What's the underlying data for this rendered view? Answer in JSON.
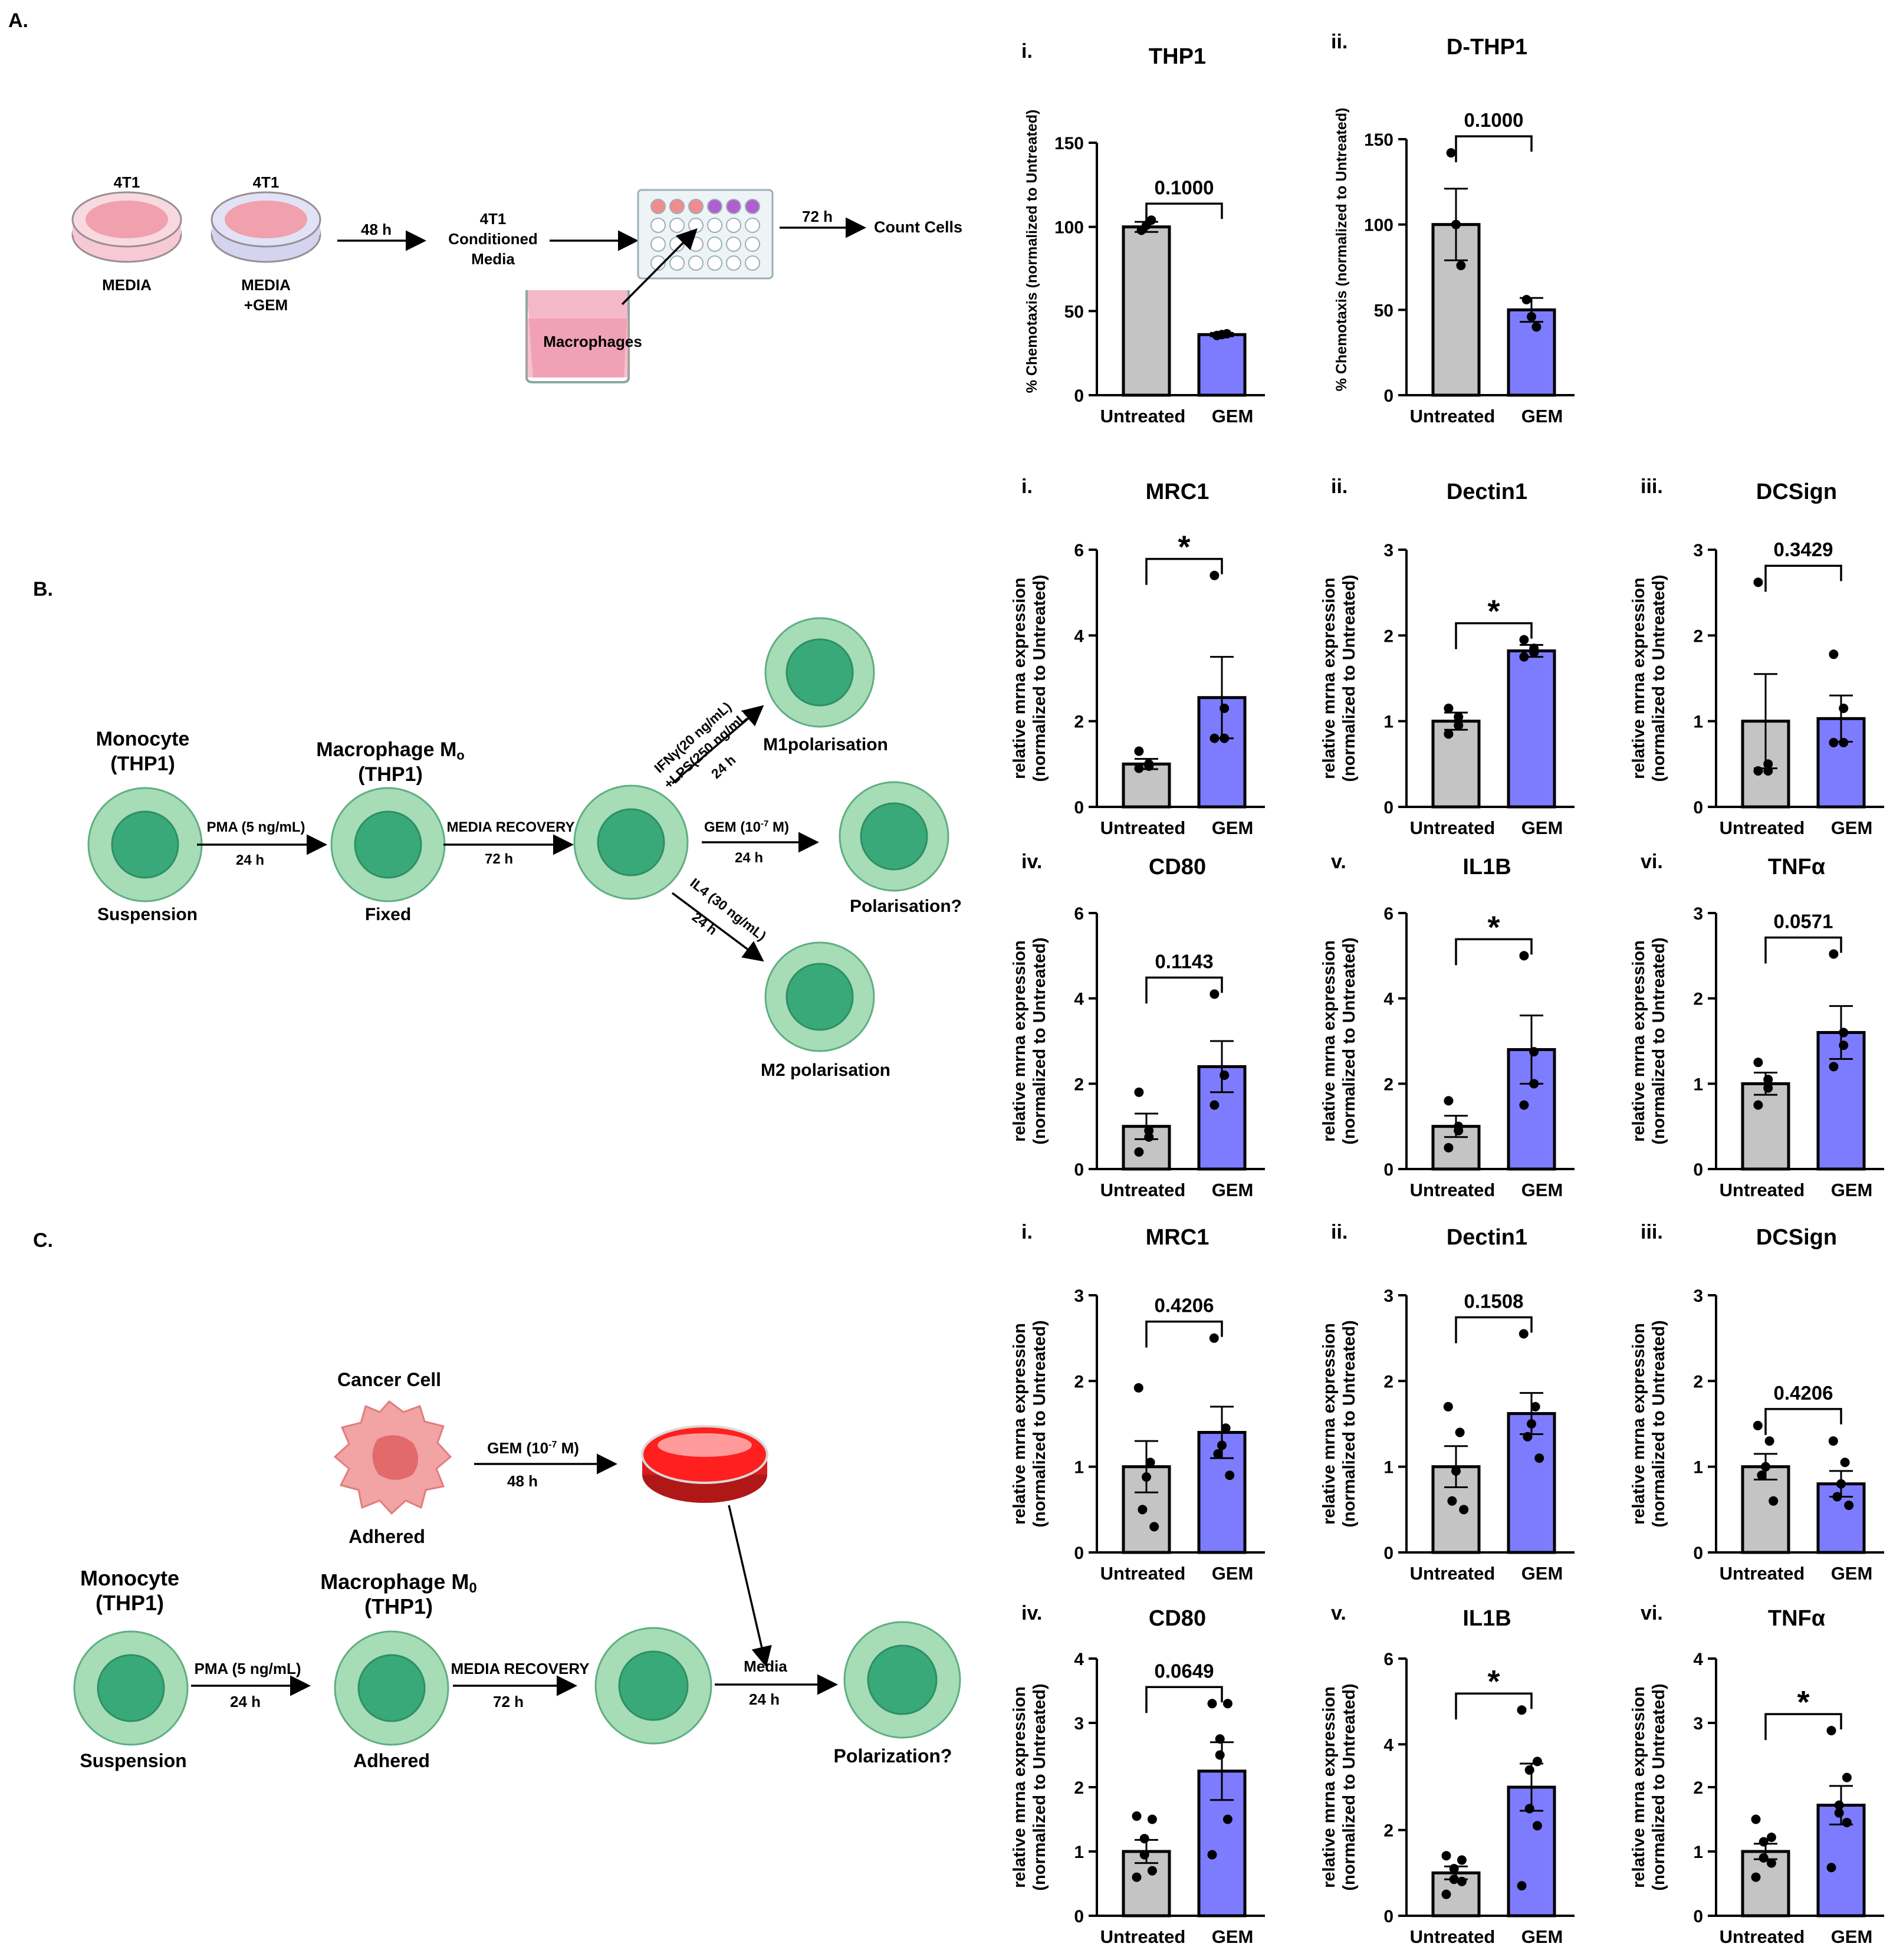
{
  "panels": {
    "A": "A.",
    "B": "B.",
    "C": "C."
  },
  "colors": {
    "untreated": "#c4c4c4",
    "gem": "#7d7cff",
    "cell_outer": "#a6dcb6",
    "cell_inner": "#3aa97a",
    "cell_stroke": "#5fae82",
    "pink": "#f4b9c8",
    "red": "#e8231e"
  },
  "diagram_a": {
    "dish1_top": "4T1",
    "dish1_bottom": "MEDIA",
    "dish2_top": "4T1",
    "dish2_bottom_1": "MEDIA",
    "dish2_bottom_2": "+GEM",
    "arrow1": "48 h",
    "conditioned_1": "4T1",
    "conditioned_2": "Conditioned",
    "conditioned_3": "Media",
    "beaker": "Macrophages",
    "arrow2": "72 h",
    "count": "Count Cells"
  },
  "diagram_b": {
    "monocyte_1": "Monocyte",
    "monocyte_2": "(THP1)",
    "suspension": "Suspension",
    "pma": "PMA (5 ng/mL)",
    "pma_time": "24 h",
    "macrophage_1": "Macrophage M",
    "macrophage_sub": "o",
    "macrophage_2": "(THP1)",
    "fixed": "Fixed",
    "recovery": "MEDIA RECOVERY",
    "recovery_time": "72 h",
    "m1_cond_1": "IFNγ(20 ng/mL)",
    "m1_cond_2": "+LPS(250 ng/mL)",
    "m1_time": "24 h",
    "m1": "M1polarisation",
    "gem_cond": "GEM (10",
    "gem_exp": "-7",
    "gem_unit": " M)",
    "gem_time": "24 h",
    "gem_result": "Polarisation?",
    "m2_cond": "IL4 (30 ng/mL)",
    "m2_time": "24 h",
    "m2": "M2 polarisation"
  },
  "diagram_c": {
    "cancer": "Cancer Cell",
    "adhered_cancer": "Adhered",
    "gem_cond": "GEM (10",
    "gem_exp": "-7",
    "gem_unit": " M)",
    "gem_time": "48 h",
    "monocyte_1": "Monocyte",
    "monocyte_2": "(THP1)",
    "suspension": "Suspension",
    "pma": "PMA (5 ng/mL)",
    "pma_time": "24 h",
    "macrophage_1": "Macrophage M",
    "macrophage_sub": "0",
    "macrophage_2": "(THP1)",
    "adhered": "Adhered",
    "recovery": "MEDIA RECOVERY",
    "recovery_time": "72 h",
    "media": "Media",
    "media_time": "24 h",
    "result": "Polarization?"
  },
  "chart_data": [
    {
      "type": "bar",
      "roman": "i.",
      "title": "THP1",
      "ylabel": "% Chemotaxis (normalized to Untreated)",
      "categories": [
        "Untreated",
        "GEM"
      ],
      "values": [
        100,
        36
      ],
      "sem": [
        3,
        1
      ],
      "points": [
        [
          98,
          101,
          104
        ],
        [
          35.5,
          36,
          36.5
        ]
      ],
      "ylim": [
        0,
        150
      ],
      "ticks": [
        0,
        50,
        100,
        150
      ],
      "annotation": "0.1000"
    },
    {
      "type": "bar",
      "roman": "ii.",
      "title": "D-THP1",
      "ylabel": "% Chemotaxis (normalized to Untreated)",
      "categories": [
        "Untreated",
        "GEM"
      ],
      "values": [
        100,
        50
      ],
      "sem": [
        21,
        7
      ],
      "points": [
        [
          142,
          100,
          76
        ],
        [
          56,
          46,
          40
        ]
      ],
      "ylim": [
        0,
        150
      ],
      "ticks": [
        0,
        50,
        100,
        150
      ],
      "annotation": "0.1000"
    },
    {
      "type": "bar",
      "roman": "i.",
      "title": "MRC1",
      "ylabel": "relative mrna expression (normalized to Untreated)",
      "categories": [
        "Untreated",
        "GEM"
      ],
      "values": [
        1.0,
        2.55
      ],
      "sem": [
        0.12,
        0.95
      ],
      "points": [
        [
          1.3,
          1.0,
          0.95,
          0.9
        ],
        [
          5.4,
          2.3,
          1.6,
          1.6
        ]
      ],
      "ylim": [
        0,
        6
      ],
      "ticks": [
        0,
        2,
        4,
        6
      ],
      "annotation": "*"
    },
    {
      "type": "bar",
      "roman": "ii.",
      "title": "Dectin1",
      "ylabel": "relative mrna expression (normalized to Untreated)",
      "categories": [
        "Untreated",
        "GEM"
      ],
      "values": [
        1.0,
        1.82
      ],
      "sem": [
        0.1,
        0.07
      ],
      "points": [
        [
          1.15,
          1.05,
          0.95,
          0.85
        ],
        [
          1.95,
          1.85,
          1.8,
          1.75
        ]
      ],
      "ylim": [
        0,
        3
      ],
      "ticks": [
        0,
        1,
        2,
        3
      ],
      "annotation": "*"
    },
    {
      "type": "bar",
      "roman": "iii.",
      "title": "DCSign",
      "ylabel": "relative mrna expression (normalized to Untreated)",
      "categories": [
        "Untreated",
        "GEM"
      ],
      "values": [
        1.0,
        1.03
      ],
      "sem": [
        0.55,
        0.27
      ],
      "points": [
        [
          2.62,
          0.5,
          0.42,
          0.42
        ],
        [
          1.78,
          1.15,
          0.75,
          0.75
        ]
      ],
      "ylim": [
        0,
        3
      ],
      "ticks": [
        0,
        1,
        2,
        3
      ],
      "annotation": "0.3429"
    },
    {
      "type": "bar",
      "roman": "iv.",
      "title": "CD80",
      "ylabel": "relative mrna expression (normalized to Untreated)",
      "categories": [
        "Untreated",
        "GEM"
      ],
      "values": [
        1.0,
        2.4
      ],
      "sem": [
        0.3,
        0.6
      ],
      "points": [
        [
          1.8,
          0.9,
          0.75,
          0.4
        ],
        [
          4.1,
          2.2,
          2.2,
          1.5
        ]
      ],
      "ylim": [
        0,
        6
      ],
      "ticks": [
        0,
        2,
        4,
        6
      ],
      "annotation": "0.1143"
    },
    {
      "type": "bar",
      "roman": "v.",
      "title": "IL1B",
      "ylabel": "relative mrna expression (normalized to Untreated)",
      "categories": [
        "Untreated",
        "GEM"
      ],
      "values": [
        1.0,
        2.8
      ],
      "sem": [
        0.25,
        0.8
      ],
      "points": [
        [
          1.6,
          1.0,
          0.9,
          0.5
        ],
        [
          5.0,
          2.75,
          2.0,
          1.5
        ]
      ],
      "ylim": [
        0,
        6
      ],
      "ticks": [
        0,
        2,
        4,
        6
      ],
      "annotation": "*"
    },
    {
      "type": "bar",
      "roman": "vi.",
      "title": "TNFα",
      "ylabel": "relative mrna expression (normalized to Untreated)",
      "categories": [
        "Untreated",
        "GEM"
      ],
      "values": [
        1.0,
        1.6
      ],
      "sem": [
        0.13,
        0.31
      ],
      "points": [
        [
          1.25,
          1.05,
          0.95,
          0.75
        ],
        [
          2.52,
          1.6,
          1.45,
          1.2
        ]
      ],
      "ylim": [
        0,
        3
      ],
      "ticks": [
        0,
        1,
        2,
        3
      ],
      "annotation": "0.0571"
    },
    {
      "type": "bar",
      "roman": "i.",
      "title": "MRC1",
      "ylabel": "relative mrna expression (normalized to Untreated)",
      "categories": [
        "Untreated",
        "GEM"
      ],
      "values": [
        1.0,
        1.4
      ],
      "sem": [
        0.3,
        0.3
      ],
      "points": [
        [
          1.92,
          1.05,
          0.88,
          0.5,
          0.3
        ],
        [
          2.5,
          1.45,
          1.25,
          1.15,
          0.9
        ]
      ],
      "ylim": [
        0,
        3
      ],
      "ticks": [
        0,
        1,
        2,
        3
      ],
      "annotation": "0.4206"
    },
    {
      "type": "bar",
      "roman": "ii.",
      "title": "Dectin1",
      "ylabel": "relative mrna expression (normalized to Untreated)",
      "categories": [
        "Untreated",
        "GEM"
      ],
      "values": [
        1.0,
        1.62
      ],
      "sem": [
        0.24,
        0.24
      ],
      "points": [
        [
          1.7,
          1.4,
          0.95,
          0.6,
          0.5
        ],
        [
          2.55,
          1.7,
          1.5,
          1.35,
          1.1
        ]
      ],
      "ylim": [
        0,
        3
      ],
      "ticks": [
        0,
        1,
        2,
        3
      ],
      "annotation": "0.1508"
    },
    {
      "type": "bar",
      "roman": "iii.",
      "title": "DCSign",
      "ylabel": "relative mrna expression (normalized to Untreated)",
      "categories": [
        "Untreated",
        "GEM"
      ],
      "values": [
        1.0,
        0.8
      ],
      "sem": [
        0.15,
        0.15
      ],
      "points": [
        [
          1.48,
          1.3,
          1.0,
          0.9,
          0.6
        ],
        [
          1.3,
          1.05,
          0.8,
          0.65,
          0.55
        ]
      ],
      "ylim": [
        0,
        3
      ],
      "ticks": [
        0,
        1,
        2,
        3
      ],
      "annotation": "0.4206"
    },
    {
      "type": "bar",
      "roman": "iv.",
      "title": "CD80",
      "ylabel": "relative mrna expression (normalized to Untreated)",
      "categories": [
        "Untreated",
        "GEM"
      ],
      "values": [
        1.0,
        2.25
      ],
      "sem": [
        0.18,
        0.45
      ],
      "points": [
        [
          1.55,
          1.5,
          1.2,
          0.95,
          0.7,
          0.6
        ],
        [
          3.3,
          3.3,
          2.75,
          2.5,
          1.5,
          0.95
        ]
      ],
      "ylim": [
        0,
        4
      ],
      "ticks": [
        0,
        1,
        2,
        3,
        4
      ],
      "annotation": "0.0649"
    },
    {
      "type": "bar",
      "roman": "v.",
      "title": "IL1B",
      "ylabel": "relative mrna expression (normalized to Untreated)",
      "categories": [
        "Untreated",
        "GEM"
      ],
      "values": [
        1.0,
        3.0
      ],
      "sem": [
        0.15,
        0.55
      ],
      "points": [
        [
          1.4,
          1.3,
          1.1,
          0.85,
          0.8,
          0.5
        ],
        [
          4.8,
          3.6,
          3.4,
          2.5,
          2.1,
          0.7
        ]
      ],
      "ylim": [
        0,
        6
      ],
      "ticks": [
        0,
        2,
        4,
        6
      ],
      "annotation": "*"
    },
    {
      "type": "bar",
      "roman": "vi.",
      "title": "TNFα",
      "ylabel": "relative mrna expression (normalized to Untreated)",
      "categories": [
        "Untreated",
        "GEM"
      ],
      "values": [
        1.0,
        1.72
      ],
      "sem": [
        0.12,
        0.3
      ],
      "points": [
        [
          1.5,
          1.22,
          1.15,
          0.9,
          0.82,
          0.6
        ],
        [
          2.88,
          2.15,
          1.72,
          1.6,
          1.45,
          0.75
        ]
      ],
      "ylim": [
        0,
        4
      ],
      "ticks": [
        0,
        1,
        2,
        3,
        4
      ],
      "annotation": "*"
    }
  ]
}
